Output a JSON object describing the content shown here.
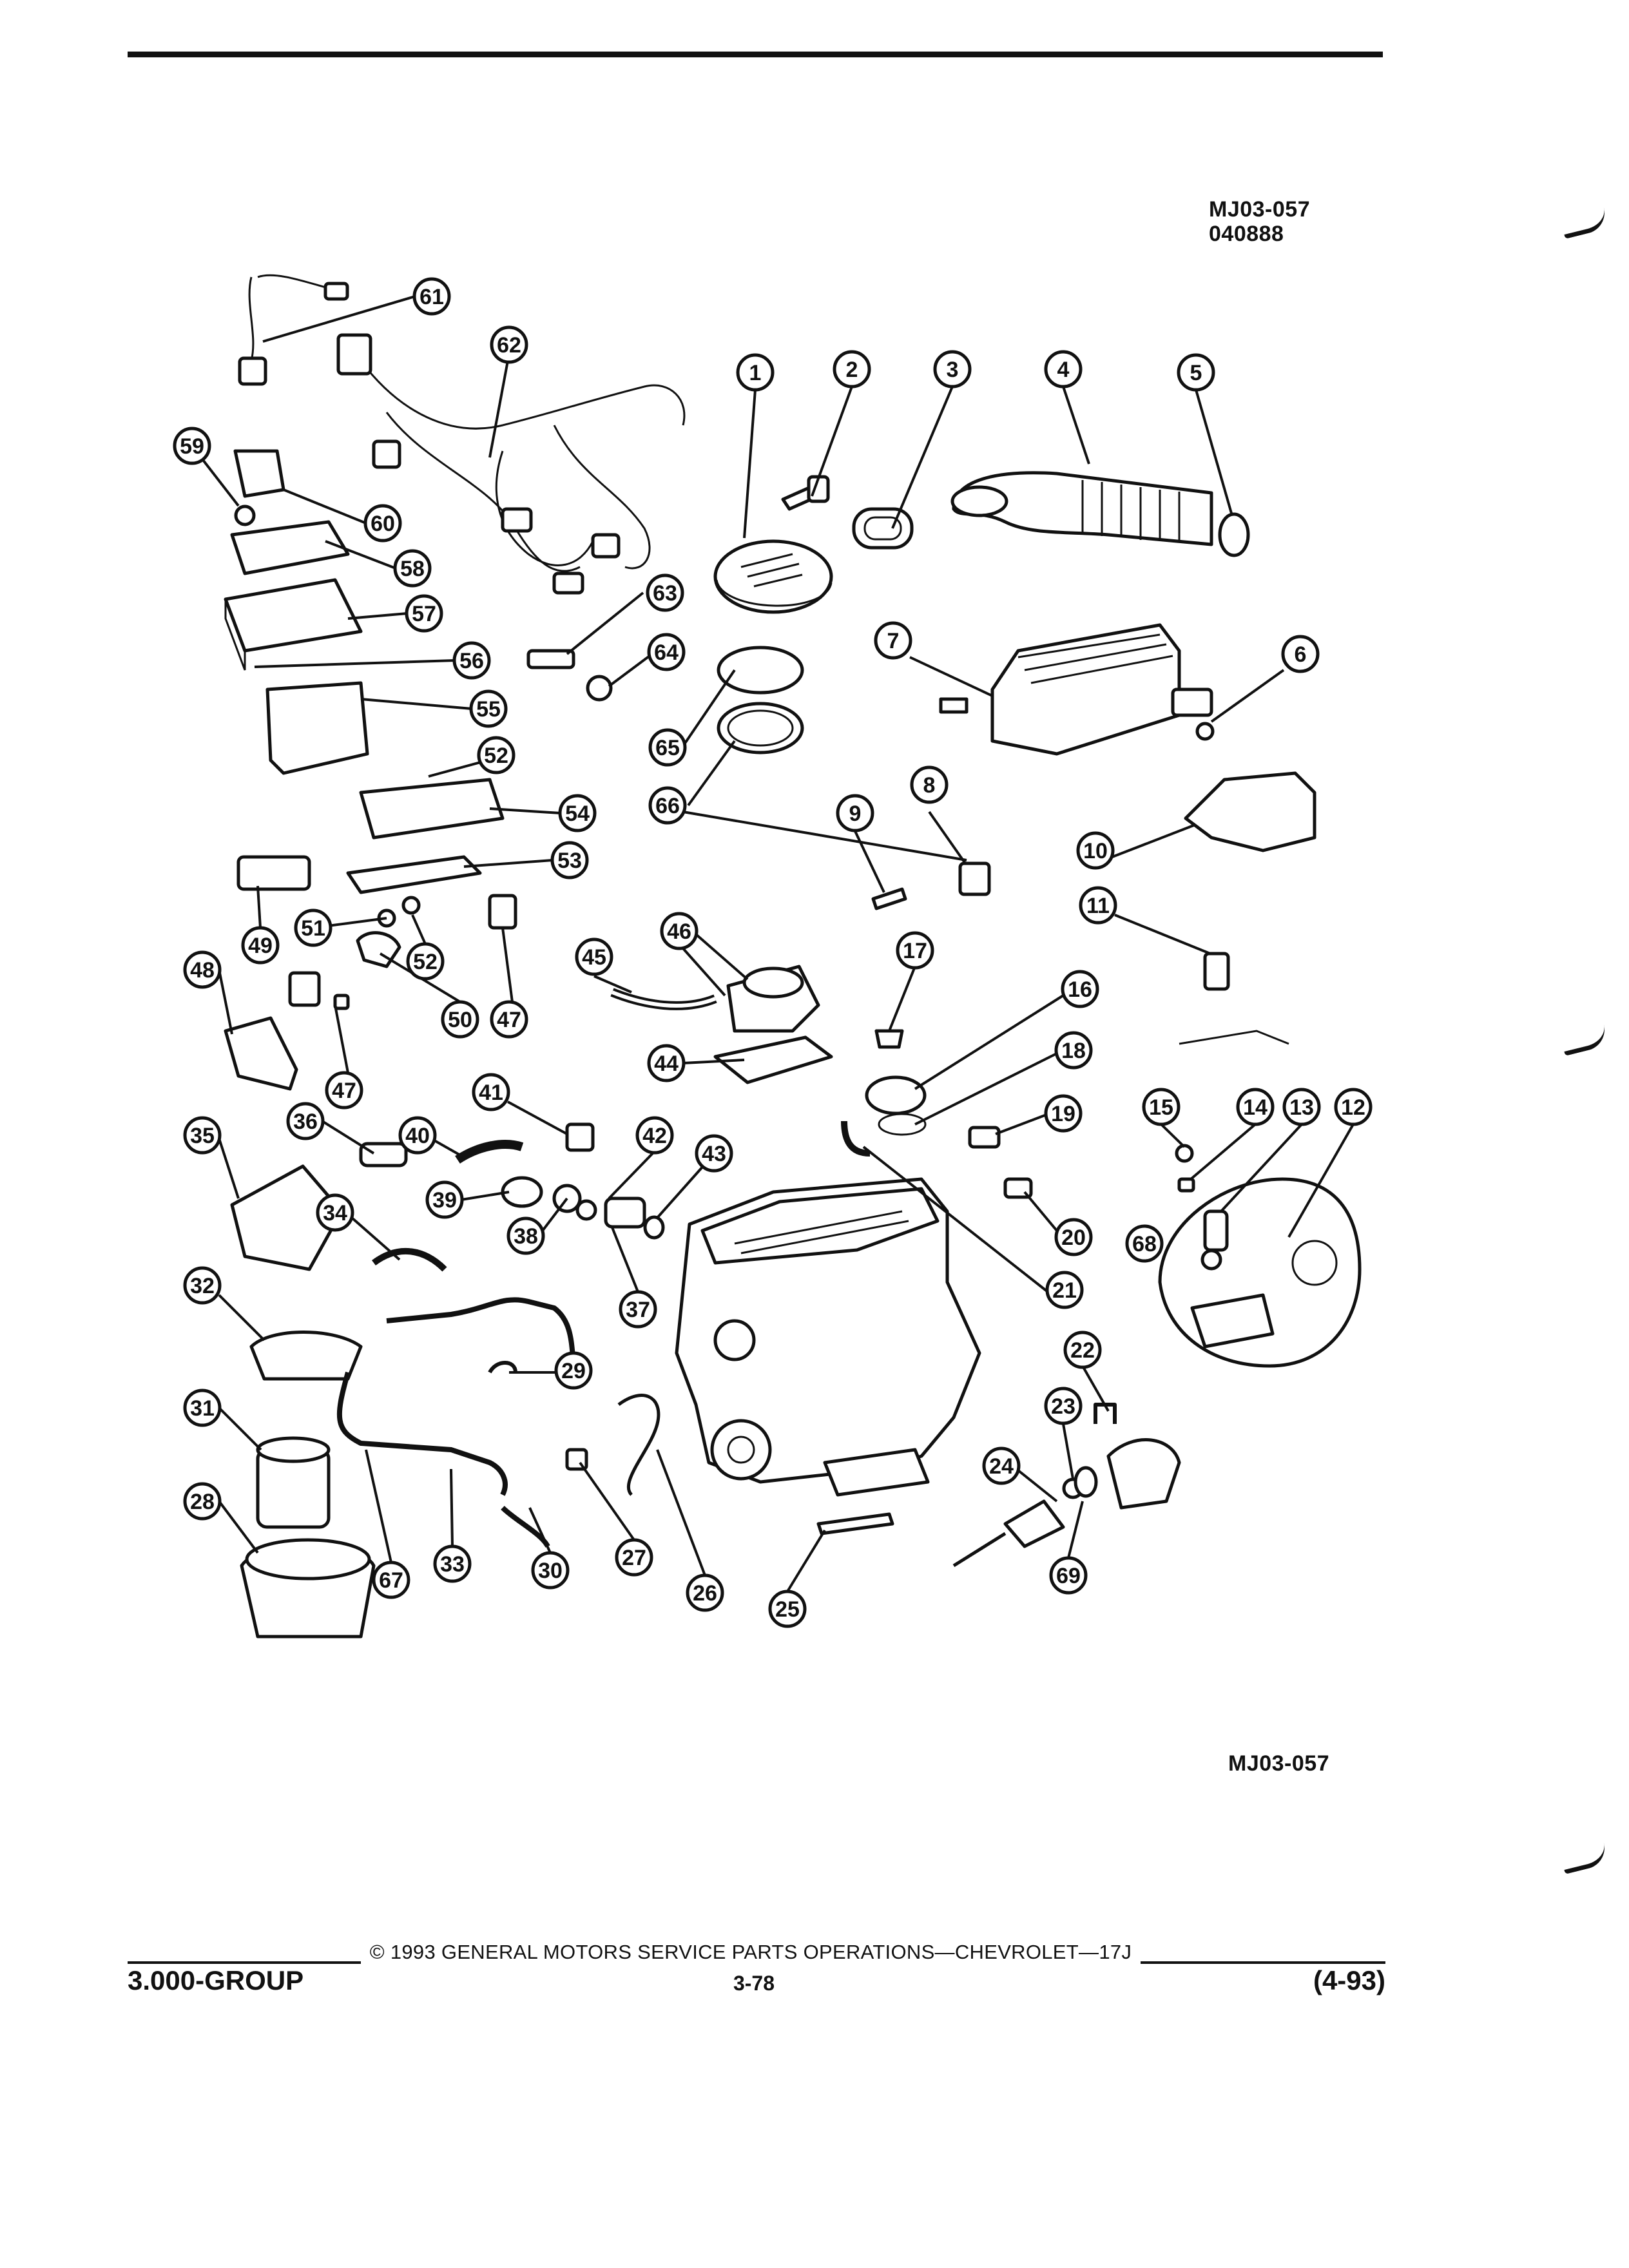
{
  "header": {
    "figure_code": "MJ03-057",
    "figure_date": "040888"
  },
  "figure_code_bottom": "MJ03-057",
  "callouts": [
    "1",
    "2",
    "3",
    "4",
    "5",
    "6",
    "7",
    "8",
    "9",
    "10",
    "11",
    "12",
    "13",
    "14",
    "15",
    "16",
    "17",
    "18",
    "19",
    "20",
    "21",
    "22",
    "23",
    "24",
    "25",
    "26",
    "27",
    "28",
    "29",
    "30",
    "31",
    "32",
    "33",
    "34",
    "35",
    "36",
    "37",
    "38",
    "39",
    "40",
    "41",
    "42",
    "43",
    "44",
    "45",
    "46",
    "47",
    "48",
    "49",
    "50",
    "51",
    "52",
    "53",
    "54",
    "55",
    "56",
    "57",
    "58",
    "59",
    "60",
    "61",
    "62",
    "63",
    "64",
    "65",
    "66",
    "67",
    "68",
    "69"
  ],
  "footer": {
    "copyright": "© 1993 GENERAL MOTORS SERVICE PARTS OPERATIONS—CHEVROLET—17J",
    "page_number": "3-78",
    "group": "3.000-GROUP",
    "revision": "(4-93)"
  }
}
